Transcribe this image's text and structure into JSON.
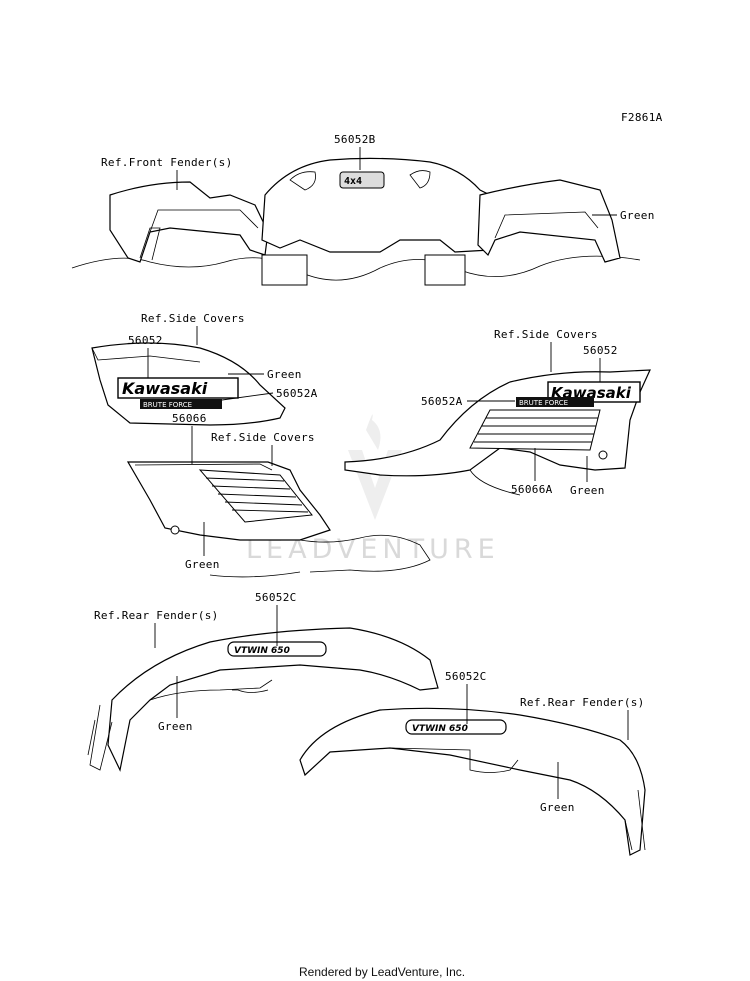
{
  "figure_code": "F2861A",
  "labels": {
    "front_part": "56052B",
    "ref_front_fender": "Ref.Front Fender(s)",
    "front_green": "Green",
    "ref_side_covers_left": "Ref.Side Covers",
    "left_part_56052": "56052",
    "left_green_top": "Green",
    "left_part_56052a": "56052A",
    "left_part_56066": "56066",
    "ref_side_covers_mid": "Ref.Side Covers",
    "left_green_bottom": "Green",
    "ref_side_covers_right": "Ref.Side Covers",
    "right_part_56052": "56052",
    "right_part_56052a": "56052A",
    "right_part_56066a": "56066A",
    "right_green": "Green",
    "rear_left_part": "56052C",
    "ref_rear_fender_left": "Ref.Rear Fender(s)",
    "rear_left_green": "Green",
    "rear_right_part": "56052C",
    "ref_rear_fender_right": "Ref.Rear Fender(s)",
    "rear_right_green": "Green"
  },
  "decals": {
    "front_badge": "4x4",
    "left_brand": "Kawasaki",
    "left_model": "BRUTE FORCE",
    "right_brand": "Kawasaki",
    "right_model": "BRUTE FORCE",
    "rear_left_model": "VTWIN 650",
    "rear_right_model": "VTWIN 650"
  },
  "watermark": "LEADVENTURE",
  "footer": "Rendered by LeadVenture, Inc."
}
